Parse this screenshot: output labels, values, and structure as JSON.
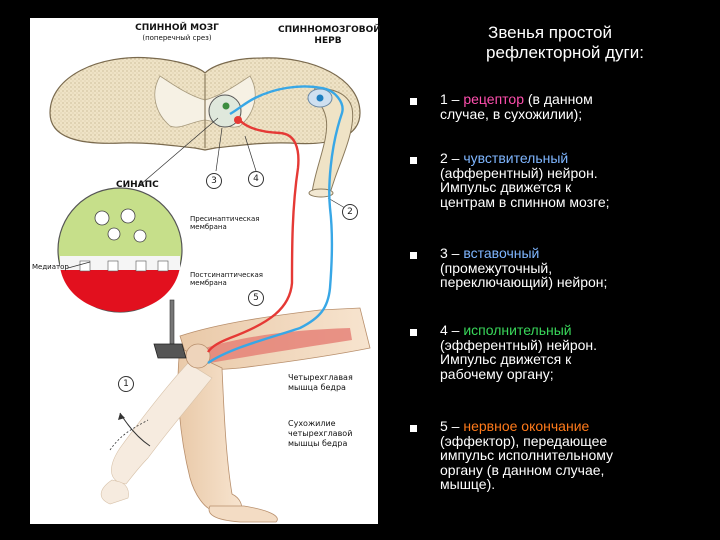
{
  "title": {
    "line1": "Звенья простой",
    "line2": "рефлекторной дуги:"
  },
  "figure": {
    "labels": {
      "spinal_cord": "СПИННОЙ МОЗГ",
      "cross_section": "(поперечный срез)",
      "spinal_nerve_1": "СПИННОМОЗГОВОЙ",
      "spinal_nerve_2": "НЕРВ",
      "synapse": "СИНАПС",
      "presynaptic_1": "Пресинаптическая",
      "presynaptic_2": "мембрана",
      "postsynaptic_1": "Постсинаптическая",
      "postsynaptic_2": "мембрана",
      "mediator": "Медиатор",
      "quadriceps_1": "Четырехглавая",
      "quadriceps_2": "мышца бедра",
      "tendon_1": "Сухожилие",
      "tendon_2": "четырехглавой",
      "tendon_3": "мышцы бедра"
    },
    "numbers": [
      "1",
      "2",
      "3",
      "4",
      "5"
    ]
  },
  "items": [
    {
      "lines": [
        [
          {
            "t": "1 – "
          },
          {
            "t": "рецептор",
            "c": "pink"
          },
          {
            "t": " (в данном"
          }
        ],
        [
          {
            "t": "случае, в сухожилии);"
          }
        ]
      ]
    },
    {
      "lines": [
        [
          {
            "t": "2 – "
          },
          {
            "t": "чувствительный",
            "c": "blue"
          }
        ],
        [
          {
            "t": "(афферентный) нейрон."
          }
        ],
        [
          {
            "t": "Импульс движется к"
          }
        ],
        [
          {
            "t": "центрам в спинном мозге;"
          }
        ]
      ]
    },
    {
      "lines": [
        [
          {
            "t": "3 – "
          },
          {
            "t": "вставочный",
            "c": "blue"
          }
        ],
        [
          {
            "t": "(промежуточный,"
          }
        ],
        [
          {
            "t": "переключающий) нейрон;"
          }
        ]
      ]
    },
    {
      "lines": [
        [
          {
            "t": "4 – "
          },
          {
            "t": "исполнительный",
            "c": "green"
          }
        ],
        [
          {
            "t": "(эфферентный) нейрон."
          }
        ],
        [
          {
            "t": "Импульс движется к"
          }
        ],
        [
          {
            "t": "рабочему органу;"
          }
        ]
      ]
    },
    {
      "lines": [
        [
          {
            "t": "5 – "
          },
          {
            "t": "нервное окончание",
            "c": "orange"
          }
        ],
        [
          {
            "t": "(эффектор), передающее"
          }
        ],
        [
          {
            "t": "импульс исполнительному"
          }
        ],
        [
          {
            "t": "органу (в данном случае,"
          }
        ],
        [
          {
            "t": "мышце)."
          }
        ]
      ]
    }
  ],
  "colors": {
    "background": "#000000",
    "text": "#ffffff",
    "receptor": "#ff4fae",
    "sensory": "#7fb6ff",
    "motor": "#39d65a",
    "effector": "#ff7a1a"
  }
}
